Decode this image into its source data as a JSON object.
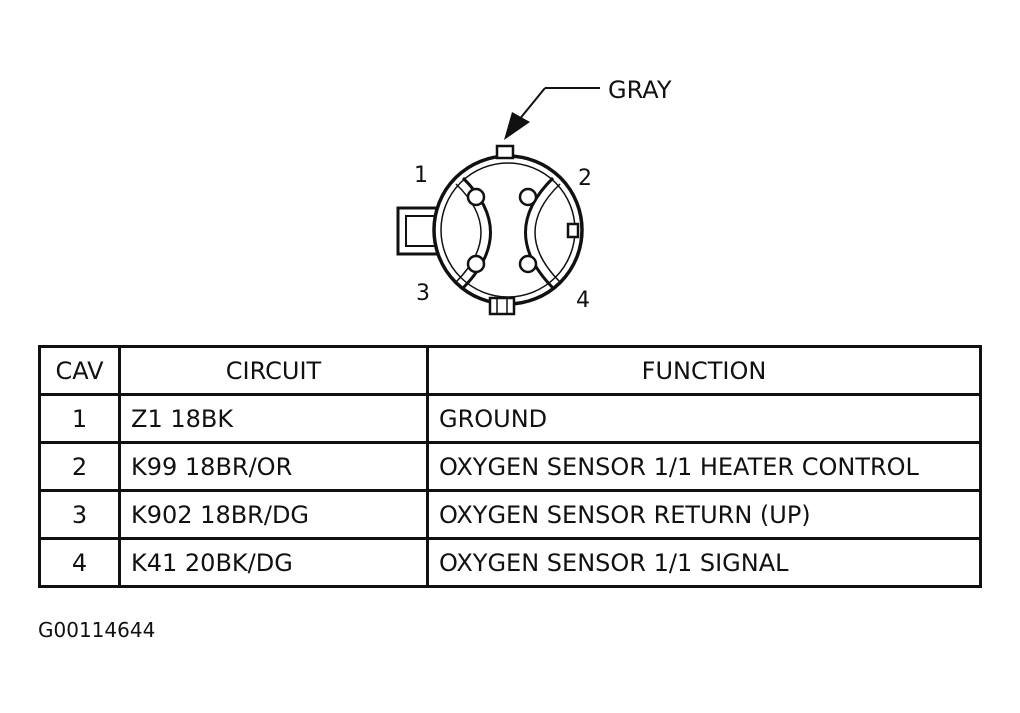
{
  "connector": {
    "color_label": "GRAY",
    "pin_labels": [
      "1",
      "2",
      "3",
      "4"
    ]
  },
  "table": {
    "headers": {
      "cav": "CAV",
      "circuit": "CIRCUIT",
      "function": "FUNCTION"
    },
    "rows": [
      {
        "cav": "1",
        "circuit": "Z1 18BK",
        "function": "GROUND"
      },
      {
        "cav": "2",
        "circuit": "K99 18BR/OR",
        "function": "OXYGEN SENSOR 1/1 HEATER CONTROL"
      },
      {
        "cav": "3",
        "circuit": "K902 18BR/DG",
        "function": "OXYGEN SENSOR RETURN (UP)"
      },
      {
        "cav": "4",
        "circuit": "K41 20BK/DG",
        "function": "OXYGEN SENSOR 1/1 SIGNAL"
      }
    ]
  },
  "figure_id": "G00114644"
}
